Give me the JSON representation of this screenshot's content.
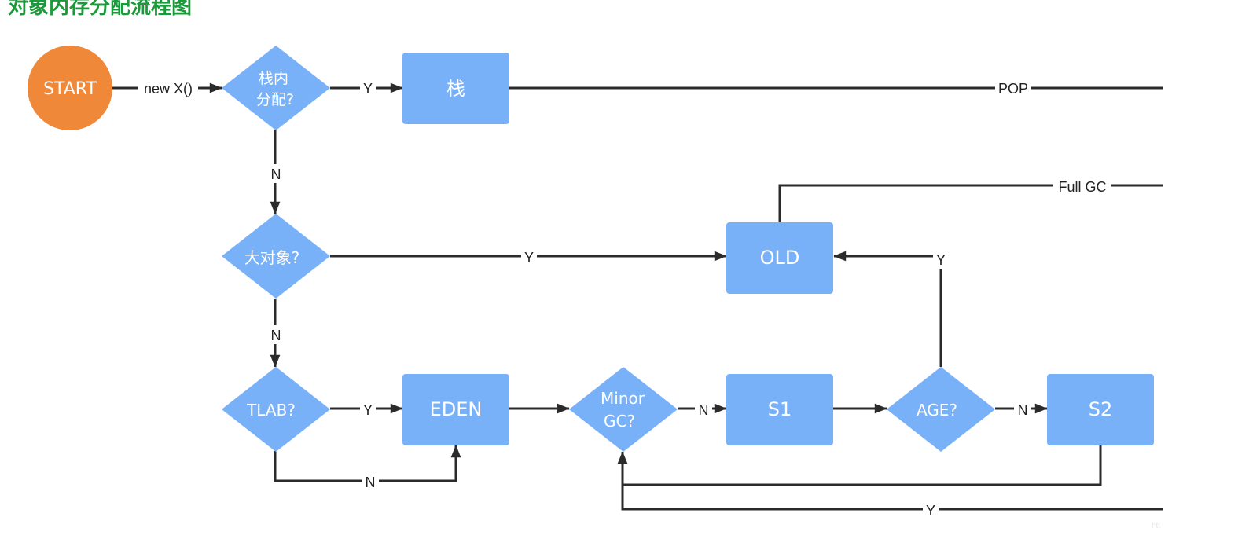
{
  "title": "对象内存分配流程图",
  "colors": {
    "start": "#f0883a",
    "node": "#79b1f9",
    "edge": "#2b2b2b",
    "title": "#1a9a3a",
    "text": "#ffffff"
  },
  "nodes": {
    "start": "START",
    "stack_check": [
      "栈内",
      "分配?"
    ],
    "stack": "栈",
    "big_object": "大对象?",
    "tlab": "TLAB?",
    "eden": "EDEN",
    "minor_gc": [
      "Minor",
      "GC?"
    ],
    "s1": "S1",
    "age": "AGE?",
    "s2": "S2",
    "old": "OLD"
  },
  "edges": {
    "new": "new X()",
    "stack_yes": "Y",
    "pop": "POP",
    "stack_no": "N",
    "big_no": "N",
    "big_yes": "Y",
    "full_gc": "Full GC",
    "tlab_yes": "Y",
    "tlab_no": "N",
    "minor_no": "N",
    "age_no": "N",
    "age_yes": "Y",
    "loop_yes": "Y"
  },
  "watermark": "htt"
}
